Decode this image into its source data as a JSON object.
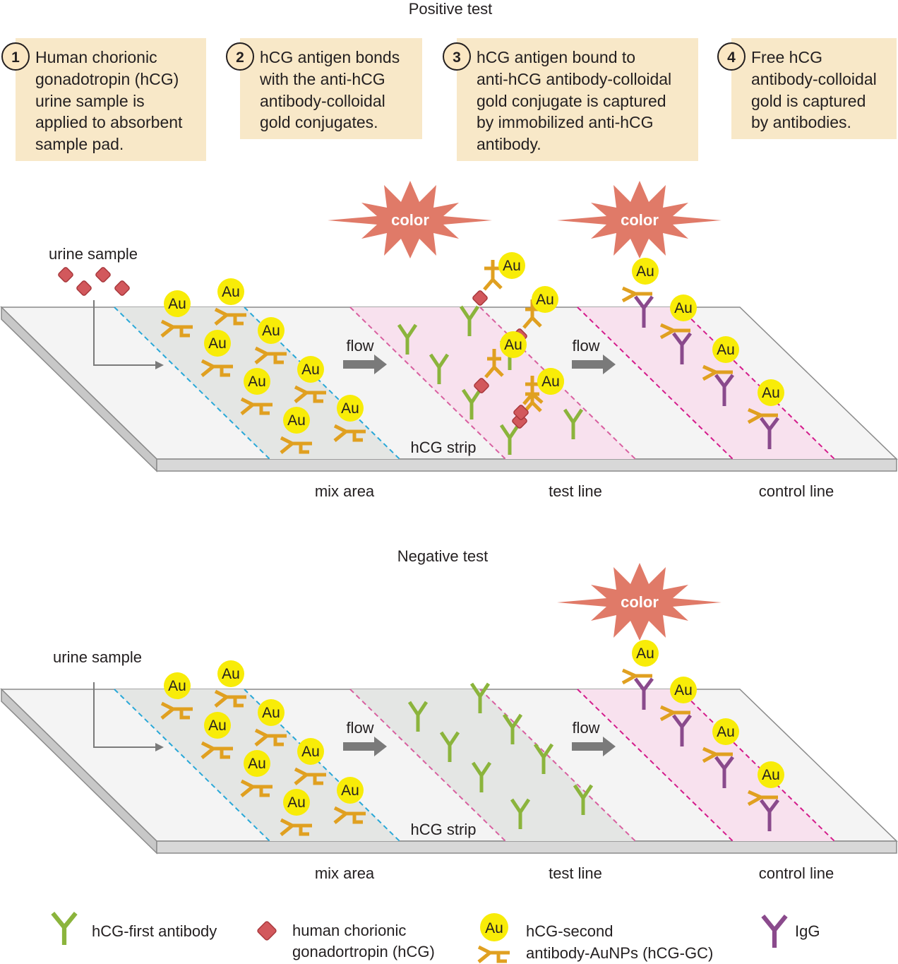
{
  "positive": {
    "title": "Positive test",
    "steps": [
      {
        "num": "1",
        "lines": [
          "Human chorionic",
          "gonadotropin (hCG)",
          "urine sample is",
          "applied to absorbent",
          "sample pad."
        ]
      },
      {
        "num": "2",
        "lines": [
          "hCG antigen bonds",
          "with the anti-hCG",
          "antibody-colloidal",
          "gold conjugates."
        ]
      },
      {
        "num": "3",
        "lines": [
          "hCG antigen bound to",
          "anti-hCG antibody-colloidal",
          "gold conjugate is captured",
          "by immobilized anti-hCG",
          "antibody."
        ]
      },
      {
        "num": "4",
        "lines": [
          "Free hCG",
          "antibody-colloidal",
          "gold is captured",
          "by antibodies."
        ]
      }
    ],
    "urine_label": "urine sample",
    "flow_label": "flow",
    "strip_label": "hCG strip",
    "color_label": "color",
    "zones": {
      "mix": "mix area",
      "test": "test line",
      "control": "control line"
    },
    "au": "Au"
  },
  "negative": {
    "title": "Negative test",
    "urine_label": "urine sample",
    "flow_label": "flow",
    "strip_label": "hCG strip",
    "color_label": "color",
    "zones": {
      "mix": "mix area",
      "test": "test line",
      "control": "control line"
    },
    "au": "Au"
  },
  "legend": {
    "first_antibody": "hCG-first antibody",
    "hcg_lines": [
      "human chorionic",
      "gonadortropin (hCG)"
    ],
    "gc_lines": [
      "hCG-second",
      "antibody-AuNPs (hCG-GC)"
    ],
    "igg": "IgG",
    "au": "Au"
  },
  "colors": {
    "box_fill": "#f8e8c8",
    "circle_fill": "#fbe7c3",
    "strip_top": "#f4f4f4",
    "strip_edge": "#c8c8c8",
    "mix_fill": "#e4e6e4",
    "test_fill": "#f8e1ee",
    "green": "#8bb43c",
    "gold": "#e0a020",
    "yellow": "#f8ec08",
    "purple": "#8a4a8c",
    "hcg": "#d2585c",
    "cyan_dash": "#29a8d8",
    "pink_dash": "#d860a0",
    "magenta_dash": "#d41c8c",
    "burst": "#e07a68",
    "arrow": "#7a7a7a"
  }
}
